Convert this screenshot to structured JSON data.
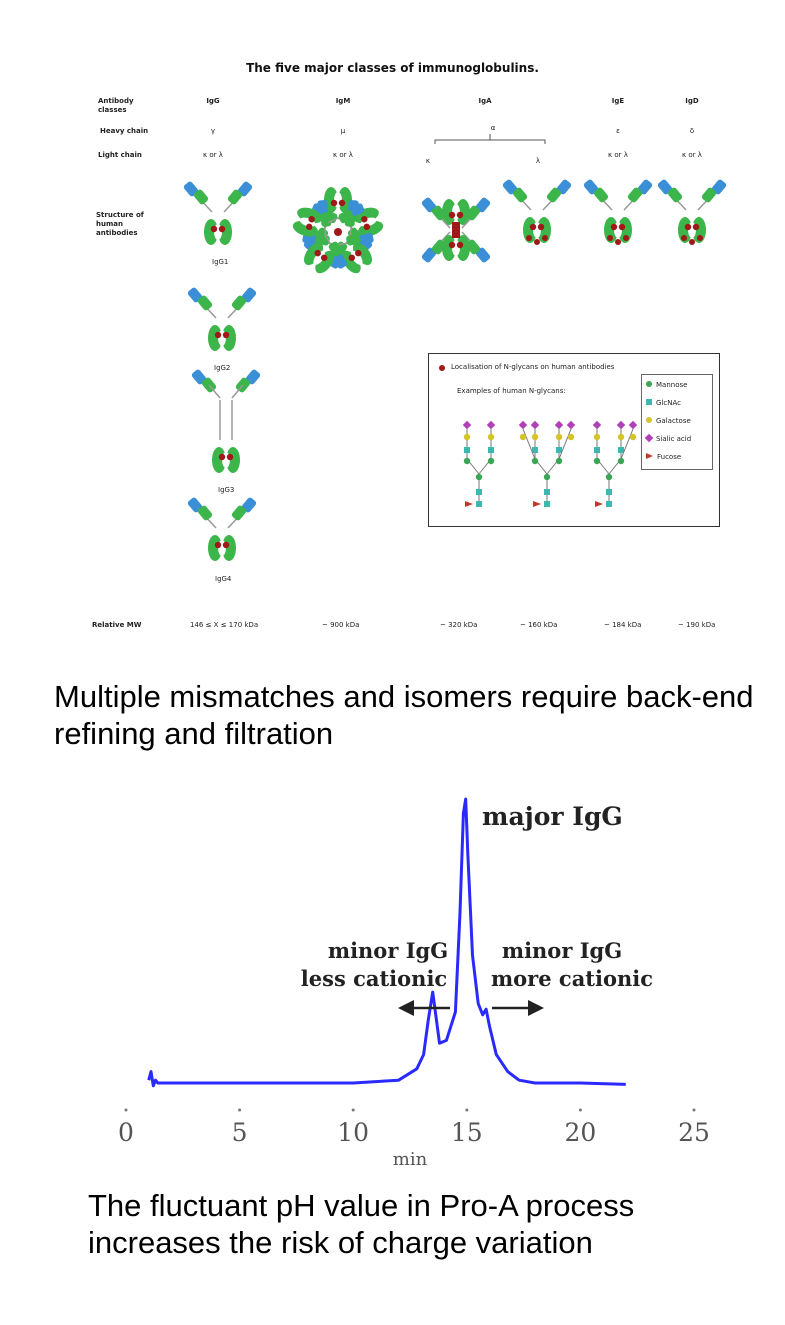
{
  "diagram": {
    "title": "The five major classes of immunoglobulins.",
    "row_labels": {
      "antibody_classes": "Antibody classes",
      "heavy_chain": "Heavy chain",
      "light_chain": "Light chain",
      "structure": "Structure of human antibodies",
      "relative_mw": "Relative MW"
    },
    "classes": [
      {
        "name": "IgG",
        "heavy": "γ",
        "light": "κ or λ",
        "mw": "146 ≤ X ≤ 170 kDa"
      },
      {
        "name": "IgM",
        "heavy": "μ",
        "light": "κ or λ",
        "mw": "~ 900 kDa"
      },
      {
        "name": "IgA",
        "heavy": "α",
        "light_kappa": "κ",
        "light_lambda": "λ",
        "mw_dimer": "~ 320 kDa",
        "mw_monomer": "~ 160 kDa"
      },
      {
        "name": "IgE",
        "heavy": "ε",
        "light": "κ or λ",
        "mw": "~ 184 kDa"
      },
      {
        "name": "IgD",
        "heavy": "δ",
        "light": "κ or λ",
        "mw": "~ 190 kDa"
      }
    ],
    "igg_subclasses": [
      "IgG1",
      "IgG2",
      "IgG3",
      "IgG4"
    ],
    "legend": {
      "title": "Localisation of N-glycans on human antibodies",
      "examples_label": "Examples of human N-glycans:",
      "items": [
        {
          "label": "Mannose",
          "color": "#3aa655"
        },
        {
          "label": "GlcNAc",
          "color": "#3bb8b0"
        },
        {
          "label": "Galactose",
          "color": "#d4c42a"
        },
        {
          "label": "Sialic acid",
          "color": "#b040b8"
        },
        {
          "label": "Fucose",
          "color": "#c0392b"
        }
      ]
    },
    "colors": {
      "variable_region": "#3a8fd6",
      "constant_region": "#3cb54a",
      "glycan_dot": "#a01818",
      "hinge": "#888888"
    }
  },
  "caption_top": "Multiple mismatches and isomers require back-end refining and filtration",
  "caption_bottom": "The fluctuant pH value in Pro-A process increases the risk of charge variation",
  "chart_data": {
    "type": "line",
    "xlabel": "min",
    "xlim": [
      0,
      25
    ],
    "x_ticks": [
      0,
      5,
      10,
      15,
      20,
      25
    ],
    "line_color": "#2a2aff",
    "series": [
      {
        "x": [
          1.0,
          1.1,
          1.2,
          1.3,
          1.4,
          2,
          5,
          10,
          12,
          12.8,
          13.1,
          13.3,
          13.5,
          13.6,
          13.8,
          14.1,
          14.5,
          14.7,
          14.85,
          14.95,
          15.05,
          15.25,
          15.5,
          15.7,
          15.85,
          16.0,
          16.3,
          16.8,
          17.3,
          18,
          20,
          22
        ],
        "y": [
          0.01,
          0.04,
          -0.01,
          0.01,
          0.0,
          0.0,
          0.0,
          0.0,
          0.01,
          0.05,
          0.1,
          0.22,
          0.32,
          0.26,
          0.14,
          0.15,
          0.25,
          0.6,
          0.95,
          1.0,
          0.8,
          0.45,
          0.28,
          0.24,
          0.26,
          0.2,
          0.1,
          0.04,
          0.01,
          0.0,
          0.0,
          -0.005
        ]
      }
    ],
    "annotations": [
      {
        "text": "major IgG",
        "x": 15,
        "y": 1.0
      },
      {
        "text_line1": "minor IgG",
        "text_line2": "less cationic",
        "direction": "left",
        "x": 13.5
      },
      {
        "text_line1": "minor IgG",
        "text_line2": "more cationic",
        "direction": "right",
        "x": 16
      }
    ]
  }
}
